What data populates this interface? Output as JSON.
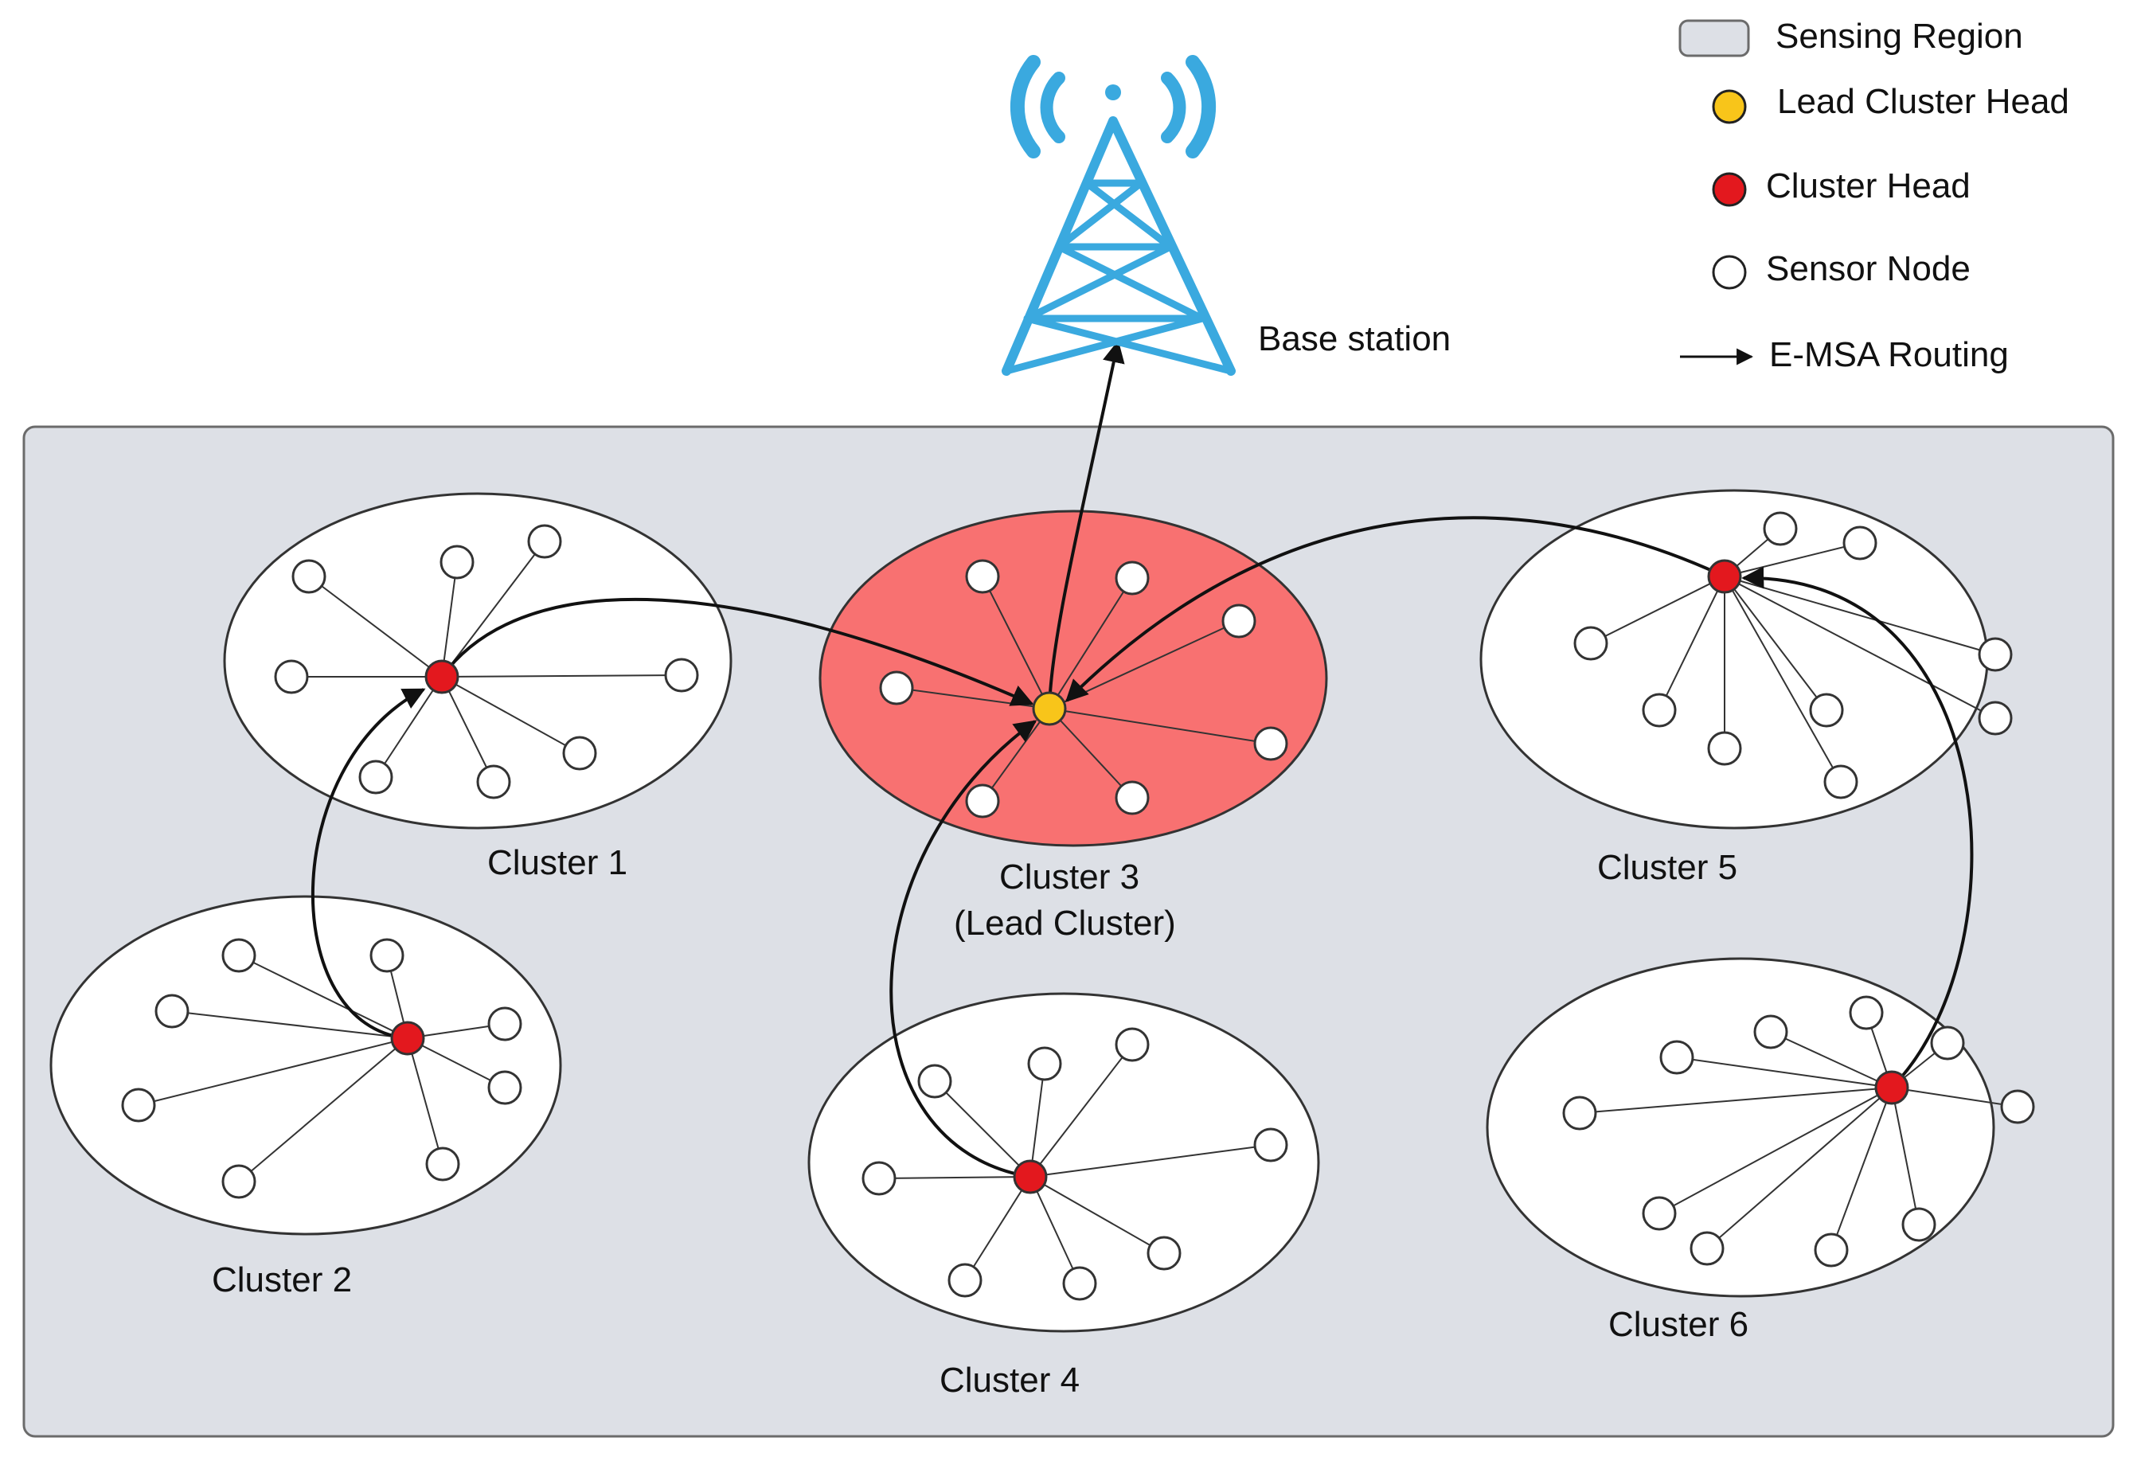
{
  "legend": {
    "sensing_region": "Sensing Region",
    "lead_cluster_head": "Lead Cluster Head",
    "cluster_head": "Cluster Head",
    "sensor_node": "Sensor Node",
    "routing": "E-MSA Routing"
  },
  "base_station": {
    "label": "Base station"
  },
  "clusters": [
    {
      "id": "c1",
      "label": "Cluster 1"
    },
    {
      "id": "c2",
      "label": "Cluster 2"
    },
    {
      "id": "c3",
      "label": "Cluster 3",
      "sublabel": "(Lead Cluster)"
    },
    {
      "id": "c4",
      "label": "Cluster 4"
    },
    {
      "id": "c5",
      "label": "Cluster 5"
    },
    {
      "id": "c6",
      "label": "Cluster 6"
    }
  ],
  "routing_paths": [
    {
      "from": "Cluster 2",
      "to": "Cluster 1"
    },
    {
      "from": "Cluster 1",
      "to": "Cluster 3"
    },
    {
      "from": "Cluster 4",
      "to": "Cluster 3"
    },
    {
      "from": "Cluster 6",
      "to": "Cluster 5"
    },
    {
      "from": "Cluster 5",
      "to": "Cluster 3"
    },
    {
      "from": "Cluster 3",
      "to": "Base station"
    }
  ],
  "colors": {
    "sensing_region": "#dde0e6",
    "lead_cluster_fill": "#f87171",
    "cluster_head": "#e3181e",
    "lead_cluster_head": "#f8c51a",
    "tower": "#3aa9df",
    "edge": "#111111"
  }
}
